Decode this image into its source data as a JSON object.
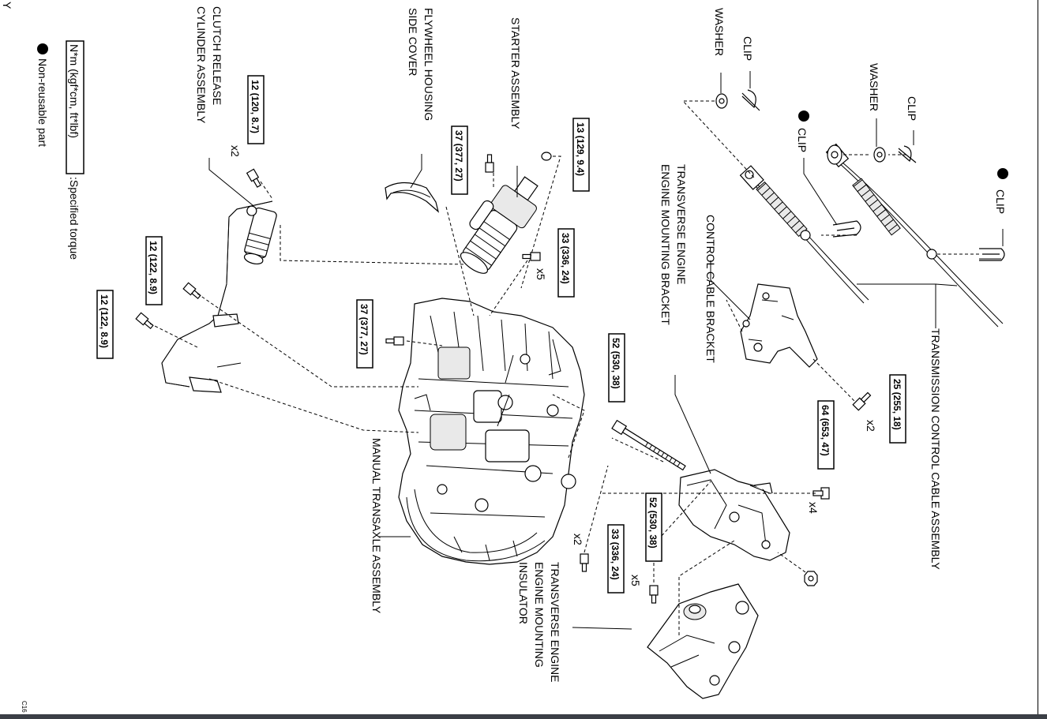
{
  "labels": {
    "transmission_control_cable_assembly": "TRANSMISSION CONTROL CABLE ASSEMBLY",
    "clip_top_right": "CLIP",
    "clip_upper_mid": "CLIP",
    "washer_upper_mid": "WASHER",
    "clip_middle": "CLIP",
    "washer_top_left": "WASHER",
    "clip_top_left": "CLIP",
    "control_cable_bracket": "CONTROL CABLE BRACKET",
    "transverse_engine_mounting_bracket_1": "TRANSVERSE ENGINE",
    "transverse_engine_mounting_bracket_2": "ENGINE MOUNTING BRACKET",
    "starter_assembly": "STARTER ASSEMBLY",
    "flywheel_housing_1": "FLYWHEEL HOUSING",
    "flywheel_housing_2": "SIDE COVER",
    "clutch_release_1": "CLUTCH RELEASE",
    "clutch_release_2": "CYLINDER ASSEMBLY",
    "manual_transaxle_assembly": "MANUAL TRANSAXLE ASSEMBLY",
    "transverse_engine_insulator_1": "TRANSVERSE ENGINE",
    "transverse_engine_insulator_2": "ENGINE MOUNTING",
    "transverse_engine_insulator_3": "INSULATOR"
  },
  "torques": {
    "t25": "25 (255, 18)",
    "t64": "64 (653, 47)",
    "t52a": "52 (530, 38)",
    "t52b": "52 (530, 38)",
    "t33a": "33 (336, 24)",
    "t33b": "33 (336, 24)",
    "t13": "13 (129, 9.4)",
    "t37a": "37 (377, 27)",
    "t37b": "37 (377, 27)",
    "t12a": "12 (120, 8.7)",
    "t12b": "12 (122, 8.9)",
    "t12c": "12 (122, 8.9)"
  },
  "quantities": {
    "q_x2_bracket": "x2",
    "q_x4": "x4",
    "q_x5_mount": "x5",
    "q_x2_mount": "x2",
    "q_x5_starter": "x5",
    "q_x2_clutch": "x2"
  },
  "legend": {
    "specified_torque_box": "N*m (kgf*cm, ft*lbf)",
    "specified_torque_text": ":Specified torque",
    "non_reusable": "Non-reusable part"
  },
  "corner_marks": {
    "top_left_char": "Y",
    "bottom_left_code": "C16"
  }
}
